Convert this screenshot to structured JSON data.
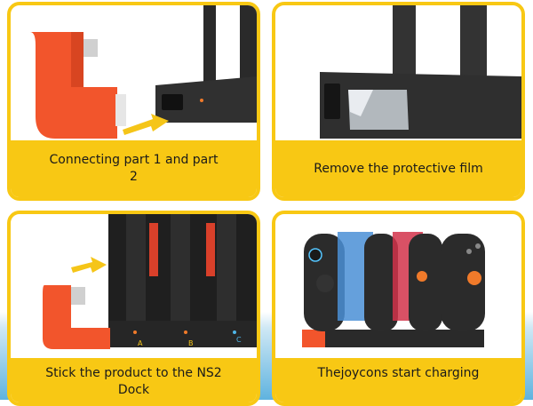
{
  "steps": [
    {
      "caption": "Connecting part 1 and part 2"
    },
    {
      "caption": "Remove the protective film"
    },
    {
      "caption": "Stick the product to the NS2 Dock"
    },
    {
      "caption": "Thejoycons start charging"
    }
  ],
  "dock_slot_labels": [
    "A",
    "B",
    "C"
  ],
  "colors": {
    "accent": "#f8c814",
    "adapter": "#f2552c",
    "dock": "#2b2b2b",
    "arrow": "#f5c518"
  }
}
